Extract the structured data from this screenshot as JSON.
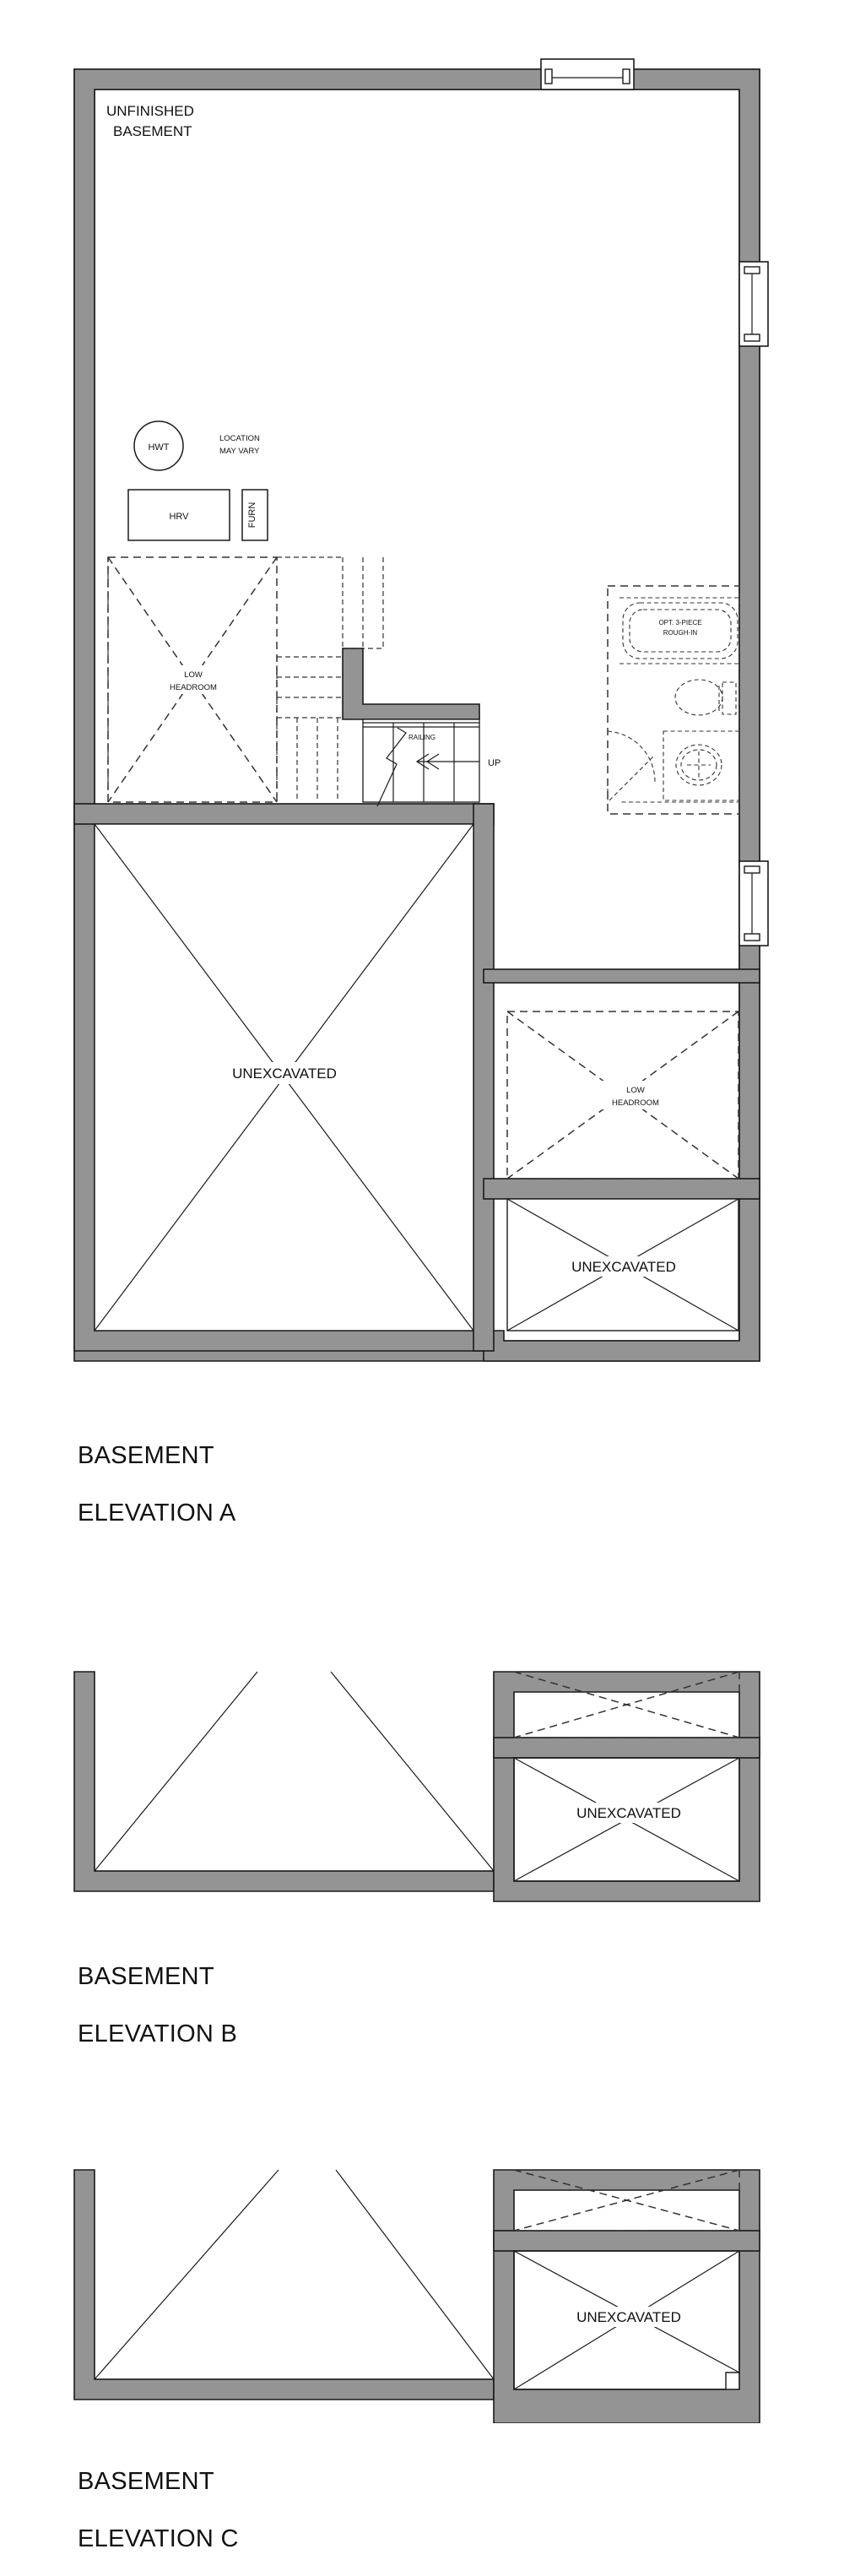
{
  "document": {
    "type": "architectural-floor-plan",
    "sheet_title": "Basement Floor Plans",
    "scale_note": ""
  },
  "colors": {
    "wall_fill": "#949494",
    "line": "#1a1a1a",
    "dashed_line": "#333333",
    "background": "#ffffff",
    "text": "#111111"
  },
  "plans": [
    {
      "id": "elevation-a",
      "caption": "BASEMENT\nELEVATION A",
      "caption_line1": "BASEMENT",
      "caption_line2": "ELEVATION A",
      "rooms": [
        {
          "name": "UNFINISHED\nBASEMENT",
          "line1": "UNFINISHED",
          "line2": "BASEMENT",
          "type": "label-top-left"
        },
        {
          "name": "UNEXCAVATED",
          "type": "crossed-solid",
          "position": "lower-left"
        },
        {
          "name": "UNEXCAVATED",
          "type": "crossed-solid",
          "position": "lower-right"
        },
        {
          "name": "LOW\nHEADROOM",
          "line1": "LOW",
          "line2": "HEADROOM",
          "type": "crossed-dashed",
          "position": "mid-left"
        },
        {
          "name": "LOW\nHEADROOM",
          "line1": "LOW",
          "line2": "HEADROOM",
          "type": "crossed-dashed",
          "position": "mid-right"
        }
      ],
      "equipment": [
        {
          "label": "HWT",
          "shape": "circle"
        },
        {
          "label": "HRV",
          "shape": "rect"
        },
        {
          "label": "FURN",
          "shape": "rect-vertical"
        }
      ],
      "notes": [
        {
          "line1": "LOCATION",
          "line2": "MAY VARY",
          "text": "LOCATION MAY VARY"
        },
        {
          "line1": "OPT. 3-PIECE",
          "line2": "ROUGH-IN",
          "text": "OPT. 3-PIECE ROUGH-IN"
        }
      ],
      "stairs": {
        "railing_label": "RAILING",
        "direction_label": "UP",
        "arrow": "left-arrow"
      },
      "windows": [
        {
          "wall": "top",
          "orientation": "horizontal"
        },
        {
          "wall": "right",
          "orientation": "vertical",
          "position": "upper"
        },
        {
          "wall": "right",
          "orientation": "vertical",
          "position": "lower"
        }
      ]
    },
    {
      "id": "elevation-b",
      "caption": "BASEMENT\nELEVATION B",
      "caption_line1": "BASEMENT",
      "caption_line2": "ELEVATION B",
      "rooms": [
        {
          "name": "UNEXCAVATED",
          "type": "crossed-solid",
          "position": "right"
        }
      ],
      "notes": []
    },
    {
      "id": "elevation-c",
      "caption": "BASEMENT\nELEVATION C",
      "caption_line1": "BASEMENT",
      "caption_line2": "ELEVATION C",
      "rooms": [
        {
          "name": "UNEXCAVATED",
          "type": "crossed-solid",
          "position": "right"
        }
      ],
      "notes": []
    }
  ]
}
